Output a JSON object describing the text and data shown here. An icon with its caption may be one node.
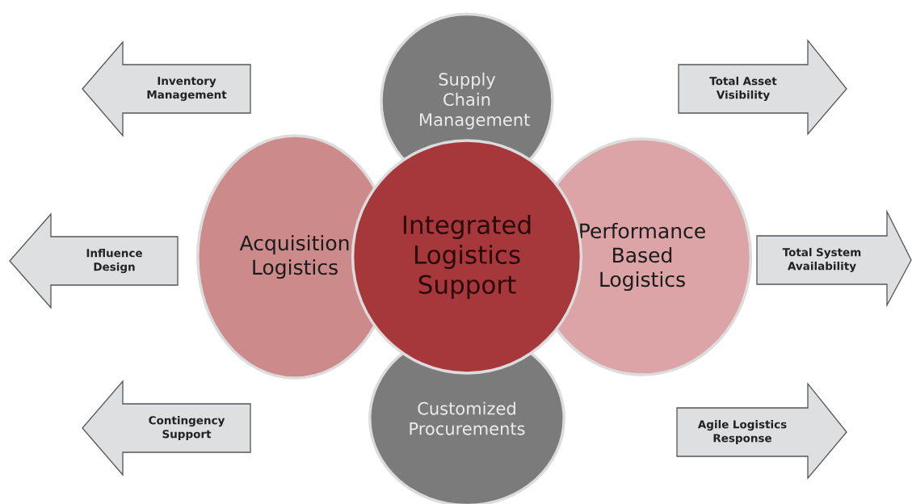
{
  "diagram": {
    "nodes": [
      {
        "text": [
          "Inventory Management"
        ]
      },
      {
        "text": [
          "Supply Chain Management"
        ]
      },
      {
        "text": [
          "Total Asset Visibility"
        ]
      },
      {
        "text": [
          "Influence Design"
        ]
      },
      {
        "text": [
          "Acquisition Logistics"
        ]
      },
      {
        "text": [
          "Integrated Logistics Support"
        ]
      },
      {
        "text": [
          "Performance Based Logistics"
        ]
      },
      {
        "text": [
          "Total System Availability"
        ]
      },
      {
        "text": [
          "Contingency Support"
        ]
      },
      {
        "text": [
          "Customized Procurements"
        ]
      },
      {
        "text": [
          "Agile Logistics Response"
        ]
      }
    ]
  }
}
